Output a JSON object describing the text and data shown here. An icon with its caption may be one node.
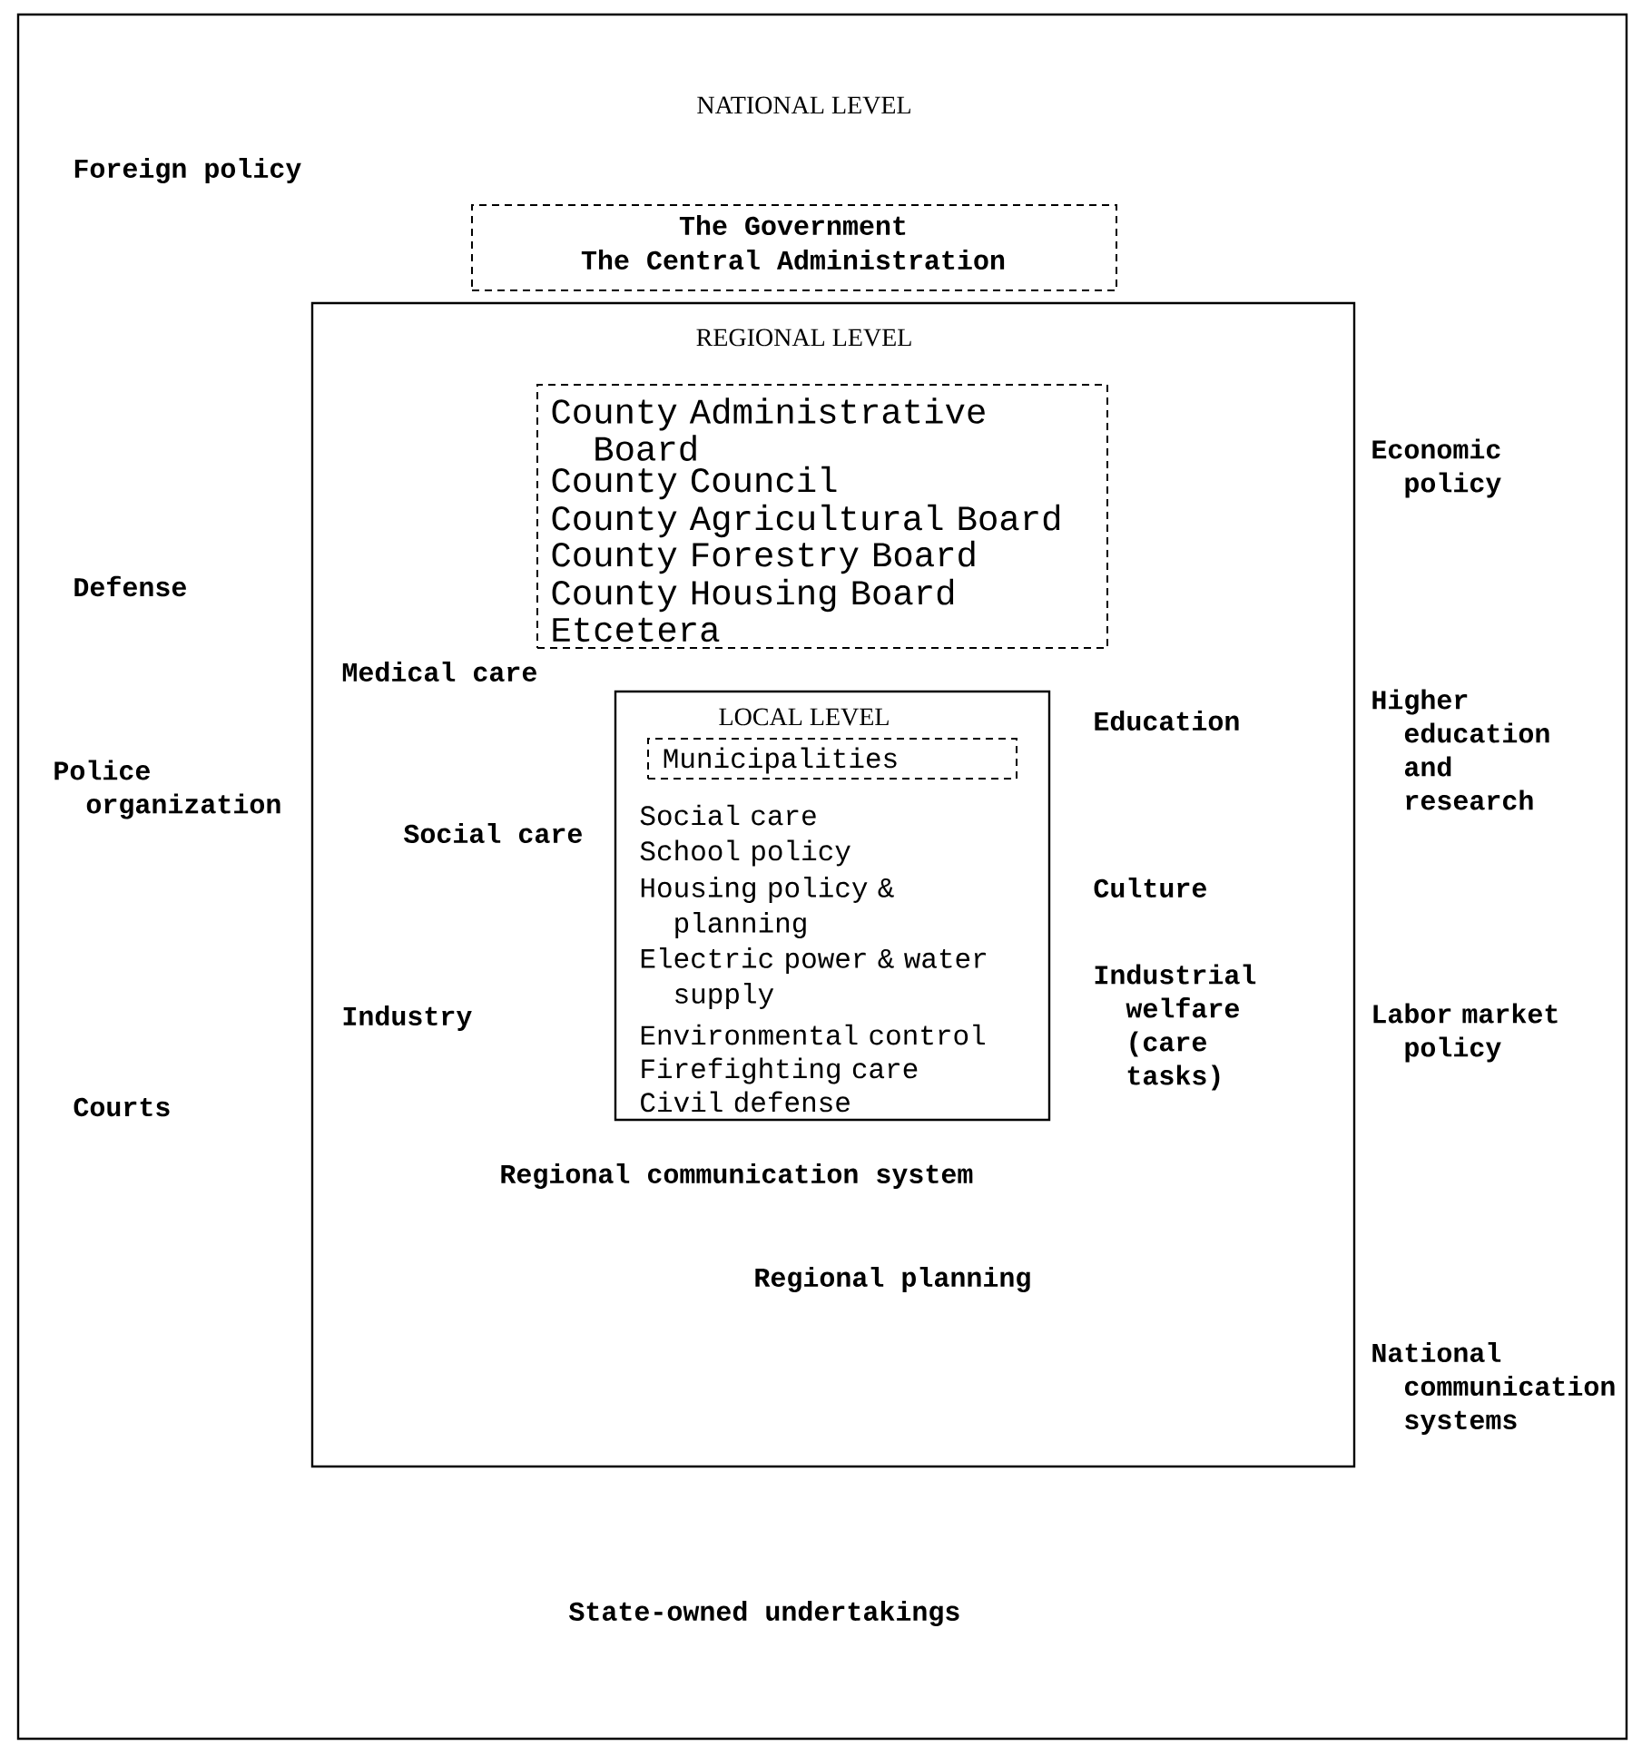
{
  "diagram": {
    "nodes": [
      {
        "text": [
          "NATIONAL LEVEL"
        ]
      },
      {
        "text": [
          "The Government",
          "The Central Administration"
        ],
        "in": 0
      },
      {
        "text": [
          "REGIONAL LEVEL"
        ],
        "in": 0
      },
      {
        "text": [
          "County Administrative Board",
          "County Council",
          "County Agricultural Board",
          "County Forestry Board",
          "County Housing Board",
          "Etcetera"
        ],
        "in": 2
      },
      {
        "text": [
          "LOCAL LEVEL",
          "Social care",
          "School policy",
          "Housing policy & planning",
          "Electric power & water supply",
          "Environmental control",
          "Firefighting care",
          "Civil defense"
        ],
        "in": 2
      },
      {
        "text": [
          "Municipalities"
        ],
        "in": 4
      }
    ],
    "labels": [
      "Foreign policy",
      "Economic policy",
      "Defense",
      "Medical care",
      "Higher education and research",
      "Education",
      "Police organization",
      "Social care",
      "Culture",
      "Industrial welfare (care tasks)",
      "Industry",
      "Labor market policy",
      "Courts",
      "Regional communication system",
      "Regional planning",
      "National communication systems",
      "State-owned undertakings"
    ]
  }
}
